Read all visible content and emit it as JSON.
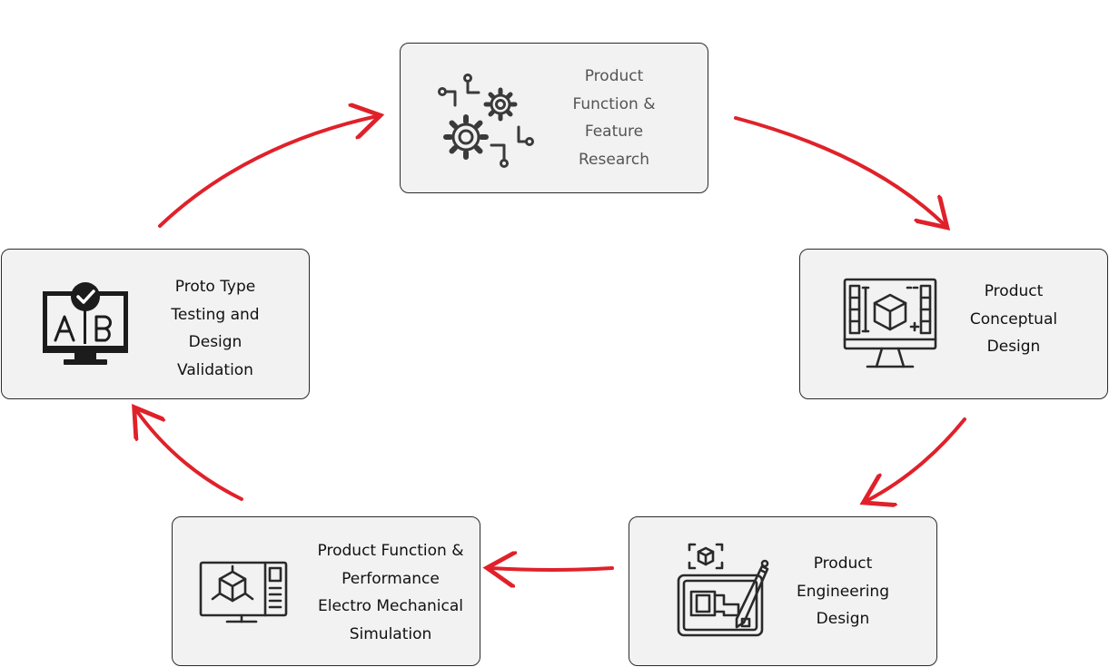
{
  "accent_color": "#e0212a",
  "steps": [
    {
      "lines": [
        "Product",
        "Function &",
        "Feature",
        "Research"
      ],
      "icon": "gears-circuit-icon"
    },
    {
      "lines": [
        "Product",
        "Conceptual",
        "Design"
      ],
      "icon": "monitor-cube-design-icon"
    },
    {
      "lines": [
        "Product",
        "Engineering",
        "Design"
      ],
      "icon": "blueprint-pen-icon"
    },
    {
      "lines": [
        "Product Function &",
        "Performance",
        "Electro Mechanical",
        "Simulation"
      ],
      "icon": "simulation-monitor-icon"
    },
    {
      "lines": [
        "Proto Type",
        "Testing and",
        "Design",
        "Validation"
      ],
      "icon": "ab-test-monitor-icon"
    }
  ]
}
